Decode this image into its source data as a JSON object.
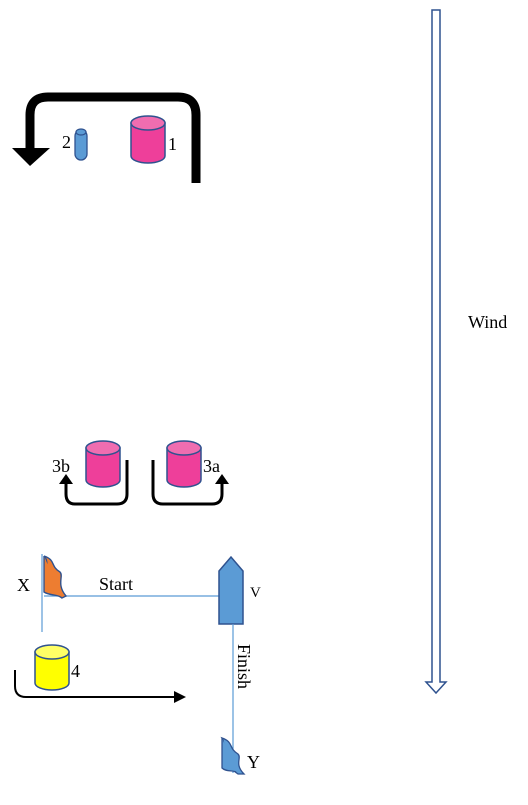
{
  "labels": {
    "wind": "Wind",
    "mark_1": "1",
    "mark_2": "2",
    "mark_3a": "3a",
    "mark_3b": "3b",
    "mark_4": "4",
    "flag_x": "X",
    "flag_y": "Y",
    "boat_v": "V",
    "start": "Start",
    "finish": "Finish"
  },
  "colors": {
    "mark_pink": "#ee3f9a",
    "mark_blue": "#5b9bd5",
    "mark_yellow": "#ffff00",
    "flag_orange": "#ed7d31",
    "line_blue": "#5b9bd5",
    "outline": "#2f528f"
  }
}
